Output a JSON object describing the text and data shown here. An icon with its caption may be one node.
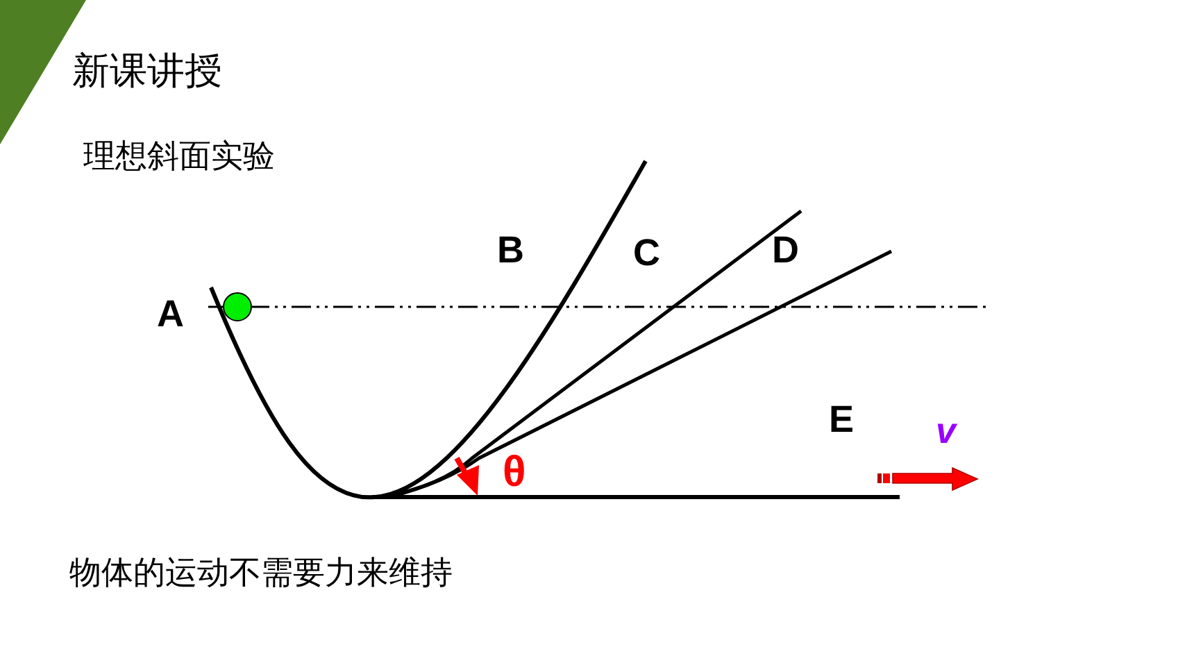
{
  "diagram": {
    "title": "新课讲授",
    "labels": [
      "理想斜面实验",
      "B",
      "C",
      "D",
      "A",
      "E",
      "v",
      "θ",
      "物体的运动不需要力来维持"
    ]
  }
}
